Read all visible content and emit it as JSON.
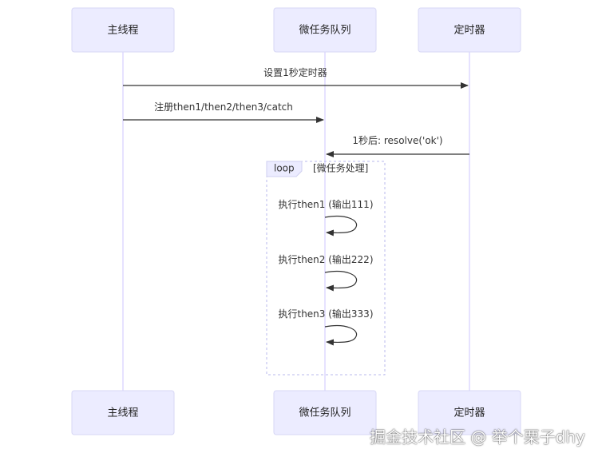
{
  "actors": {
    "main_thread": "主线程",
    "microtask_queue": "微任务队列",
    "timer": "定时器"
  },
  "messages": {
    "set_timer": "设置1秒定时器",
    "register_then": "注册then1/then2/then3/catch",
    "resolve": "1秒后: resolve('ok')"
  },
  "loop": {
    "label": "loop",
    "condition": "[微任务处理]"
  },
  "self_calls": [
    {
      "label": "执行then1 (输出111)"
    },
    {
      "label": "执行then2 (输出222)"
    },
    {
      "label": "执行then3 (输出333)"
    }
  ],
  "watermark": "掘金技术社区 @ 举个栗子dhy"
}
